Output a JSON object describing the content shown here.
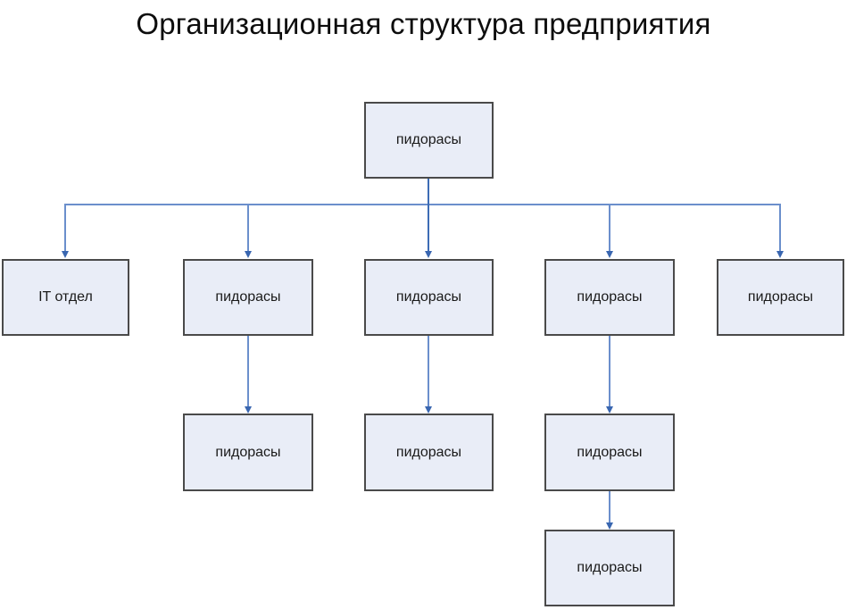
{
  "title": "Организационная структура предприятия",
  "diagram": {
    "type": "org-chart",
    "nodes": [
      {
        "id": "root",
        "level": 1,
        "label": "пидорасы"
      },
      {
        "id": "dept-1",
        "level": 2,
        "label": "IT отдел"
      },
      {
        "id": "dept-2",
        "level": 2,
        "label": "пидорасы"
      },
      {
        "id": "dept-3",
        "level": 2,
        "label": "пидорасы"
      },
      {
        "id": "dept-4",
        "level": 2,
        "label": "пидорасы"
      },
      {
        "id": "dept-5",
        "level": 2,
        "label": "пидорасы"
      },
      {
        "id": "sub-2",
        "level": 3,
        "label": "пидорасы"
      },
      {
        "id": "sub-3",
        "level": 3,
        "label": "пидорасы"
      },
      {
        "id": "sub-4",
        "level": 3,
        "label": "пидорасы"
      },
      {
        "id": "sub-4-1",
        "level": 4,
        "label": "пидорасы"
      }
    ],
    "edges": [
      {
        "from": "root",
        "to": "dept-1"
      },
      {
        "from": "root",
        "to": "dept-2"
      },
      {
        "from": "root",
        "to": "dept-3"
      },
      {
        "from": "root",
        "to": "dept-4"
      },
      {
        "from": "root",
        "to": "dept-5"
      },
      {
        "from": "dept-2",
        "to": "sub-2"
      },
      {
        "from": "dept-3",
        "to": "sub-3"
      },
      {
        "from": "dept-4",
        "to": "sub-4"
      },
      {
        "from": "sub-4",
        "to": "sub-4-1"
      }
    ],
    "colors": {
      "box_fill": "#e9edf7",
      "box_border": "#4a4a4a",
      "connector": "#6b8fcc",
      "connector_root": "#3d6cb5",
      "arrowhead": "#3966b0",
      "text": "#1a1a1a",
      "title_text": "#0d0d0d",
      "background": "#ffffff"
    }
  }
}
